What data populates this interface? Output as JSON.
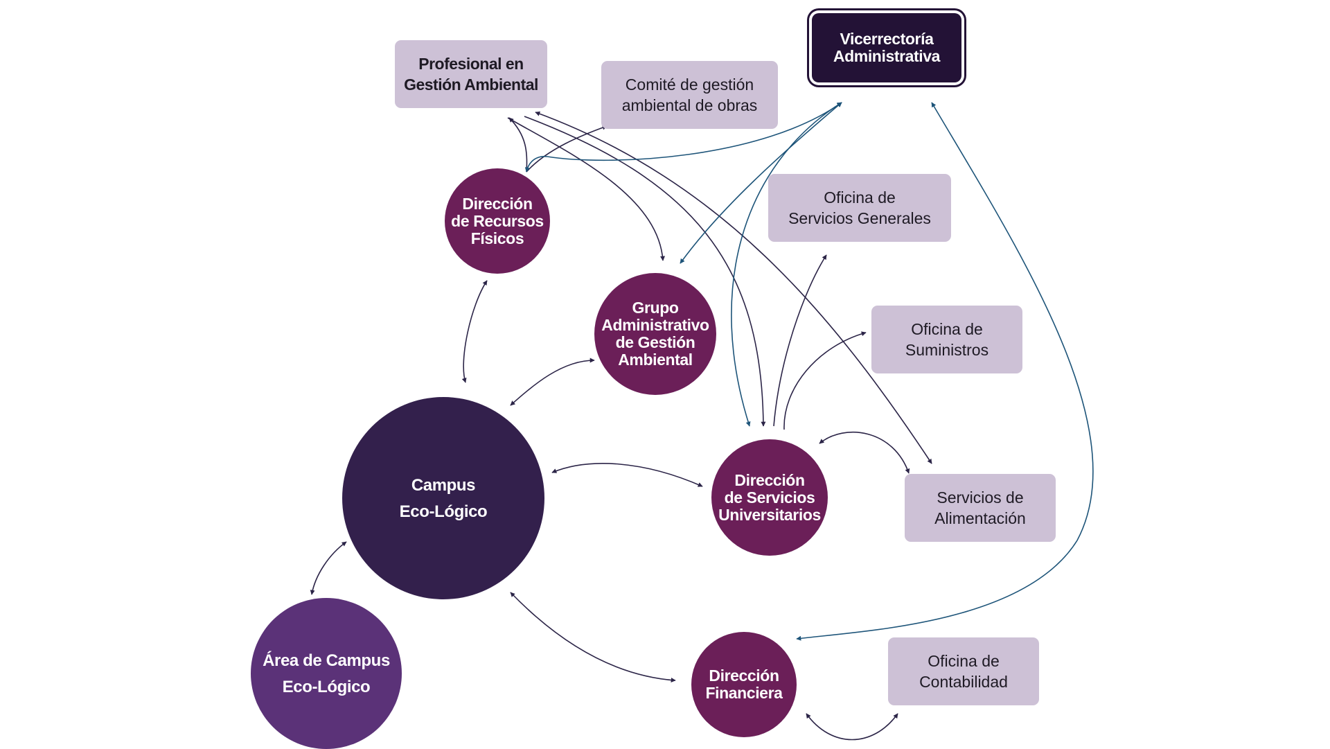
{
  "diagram": {
    "nodes": {
      "vicerrectoria": {
        "label": "Vicerrectoría\nAdministrativa",
        "color": "#231236"
      },
      "profesional": {
        "label": "Profesional en\nGestión Ambiental",
        "color": "#cdc1d6"
      },
      "comite": {
        "label": "Comité de gestión\nambiental de obras",
        "color": "#cdc1d6"
      },
      "oficina_servicios_generales": {
        "label": "Oficina de\nServicios Generales",
        "color": "#cdc1d6"
      },
      "oficina_suministros": {
        "label": "Oficina de\nSuministros",
        "color": "#cdc1d6"
      },
      "servicios_alimentacion": {
        "label": "Servicios de\nAlimentación",
        "color": "#cdc1d6"
      },
      "oficina_contabilidad": {
        "label": "Oficina de\nContabilidad",
        "color": "#cdc1d6"
      },
      "direccion_recursos_fisicos": {
        "label": "Dirección\nde Recursos\nFísicos",
        "color": "#6b1f58"
      },
      "grupo_administrativo": {
        "label": "Grupo\nAdministrativo\nde Gestión\nAmbiental",
        "color": "#6b1f58"
      },
      "direccion_servicios_universitarios": {
        "label": "Dirección\nde Servicios\nUniversitarios",
        "color": "#6b1f58"
      },
      "direccion_financiera": {
        "label": "Dirección\nFinanciera",
        "color": "#6b1f58"
      },
      "campus_ecologico": {
        "label": "Campus\n\nEco-Lógico",
        "color": "#33204c"
      },
      "area_campus": {
        "label": "Área de Campus\n\nEco-Lógico",
        "color": "#5b3278"
      }
    },
    "edge_colors": {
      "dark": "#2b2447",
      "blue": "#1d5479"
    },
    "edges": [
      {
        "from": "campus_ecologico",
        "to": "direccion_recursos_fisicos",
        "style": "dark",
        "arrows": "both"
      },
      {
        "from": "campus_ecologico",
        "to": "grupo_administrativo",
        "style": "dark",
        "arrows": "both"
      },
      {
        "from": "campus_ecologico",
        "to": "direccion_servicios_universitarios",
        "style": "dark",
        "arrows": "both"
      },
      {
        "from": "campus_ecologico",
        "to": "direccion_financiera",
        "style": "dark",
        "arrows": "both"
      },
      {
        "from": "campus_ecologico",
        "to": "area_campus",
        "style": "dark",
        "arrows": "both"
      },
      {
        "from": "direccion_recursos_fisicos",
        "to": "profesional",
        "style": "dark",
        "arrows": "end"
      },
      {
        "from": "direccion_recursos_fisicos",
        "to": "comite",
        "style": "dark",
        "arrows": "end"
      },
      {
        "from": "profesional",
        "to": "grupo_administrativo",
        "style": "dark",
        "arrows": "end"
      },
      {
        "from": "profesional",
        "to": "direccion_servicios_universitarios",
        "style": "dark",
        "arrows": "end"
      },
      {
        "from": "profesional",
        "to": "servicios_alimentacion",
        "style": "dark",
        "arrows": "both"
      },
      {
        "from": "vicerrectoria",
        "to": "direccion_recursos_fisicos",
        "style": "blue",
        "arrows": "both"
      },
      {
        "from": "vicerrectoria",
        "to": "grupo_administrativo",
        "style": "blue",
        "arrows": "both"
      },
      {
        "from": "vicerrectoria",
        "to": "direccion_servicios_universitarios",
        "style": "blue",
        "arrows": "both"
      },
      {
        "from": "vicerrectoria",
        "to": "direccion_financiera",
        "style": "blue",
        "arrows": "both"
      },
      {
        "from": "direccion_servicios_universitarios",
        "to": "oficina_servicios_generales",
        "style": "dark",
        "arrows": "end"
      },
      {
        "from": "direccion_servicios_universitarios",
        "to": "oficina_suministros",
        "style": "dark",
        "arrows": "end"
      },
      {
        "from": "direccion_servicios_universitarios",
        "to": "servicios_alimentacion",
        "style": "dark",
        "arrows": "both"
      },
      {
        "from": "direccion_financiera",
        "to": "oficina_contabilidad",
        "style": "dark",
        "arrows": "both"
      }
    ]
  }
}
